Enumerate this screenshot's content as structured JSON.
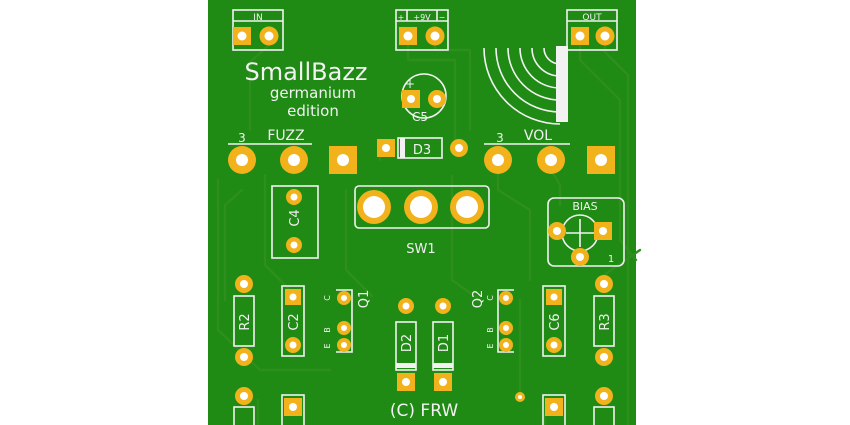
{
  "title": "SmallBazz",
  "subtitle_line1": "germanium",
  "subtitle_line2": "edition",
  "connectors": {
    "in": "IN",
    "power": "+9V",
    "power_plus": "+",
    "power_minus": "−",
    "out": "OUT"
  },
  "pots": {
    "fuzz": "FUZZ",
    "fuzz_pin": "3",
    "vol": "VOL",
    "vol_pin": "3"
  },
  "trimmer": {
    "label": "BIAS",
    "pin": "1"
  },
  "switch": "SW1",
  "parts": {
    "c5": "C5",
    "c5_polarity": "+",
    "d3": "D3",
    "c4": "C4",
    "c2": "C2",
    "c6": "C6",
    "r2": "R2",
    "r3": "R3",
    "d1": "D1",
    "d2": "D2",
    "q1": "Q1",
    "q2": "Q2",
    "pin_c": "C",
    "pin_b": "B",
    "pin_e": "E"
  },
  "copyright": "(C) FRW",
  "colors": {
    "board": "#1f8a14",
    "pad": "#f1b21c",
    "silkscreen": "#f2f2f2",
    "trace": "#2e8f1c",
    "background": "#ffffff"
  }
}
